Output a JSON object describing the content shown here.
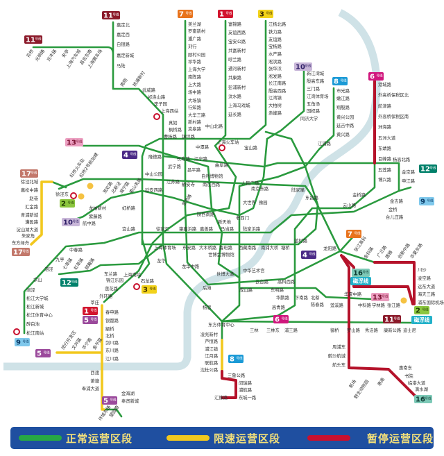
{
  "colors": {
    "normal": "#2a9a3e",
    "limited": "#f2c81e",
    "suspended": "#b5132b",
    "river": "#cfe2e7"
  },
  "legend": [
    {
      "label": "正常运营区段",
      "color": "#27a844"
    },
    {
      "label": "限速运营区段",
      "color": "#f2c81e"
    },
    {
      "label": "暂停运营区段",
      "color": "#c8102e"
    }
  ],
  "badges": [
    {
      "num": "11",
      "suffix": "号线",
      "color": "#8b1a2a",
      "text": "#ffffff"
    },
    {
      "num": "11",
      "suffix": "号线",
      "color": "#8b1a2a",
      "text": "#ffffff"
    },
    {
      "num": "7",
      "suffix": "号线",
      "color": "#e8731c",
      "text": "#ffffff"
    },
    {
      "num": "1",
      "suffix": "号线",
      "color": "#d2152e",
      "text": "#ffffff"
    },
    {
      "num": "3",
      "suffix": "号线",
      "color": "#f2d21b",
      "text": "#3a2a00"
    },
    {
      "num": "10",
      "suffix": "号线",
      "color": "#c9b7d9",
      "text": "#2e1f66"
    },
    {
      "num": "8",
      "suffix": "号线",
      "color": "#1b9ad6",
      "text": "#ffffff"
    },
    {
      "num": "6",
      "suffix": "号线",
      "color": "#d0177d",
      "text": "#ffffff"
    },
    {
      "num": "13",
      "suffix": "号线",
      "color": "#eb9ec0",
      "text": "#7a1030"
    },
    {
      "num": "4",
      "suffix": "号线",
      "color": "#4b2a86",
      "text": "#ffffff"
    },
    {
      "num": "17",
      "suffix": "号线",
      "color": "#c2786b",
      "text": "#ffffff"
    },
    {
      "num": "17",
      "suffix": "号线",
      "color": "#c2786b",
      "text": "#ffffff"
    },
    {
      "num": "2",
      "suffix": "号线",
      "color": "#8cc63f",
      "text": "#1d3a00"
    },
    {
      "num": "10",
      "suffix": "号线",
      "color": "#c9b7d9",
      "text": "#2e1f66"
    },
    {
      "num": "12",
      "suffix": "号线",
      "color": "#00806a",
      "text": "#ffffff"
    },
    {
      "num": "12",
      "suffix": "号线",
      "color": "#00806a",
      "text": "#ffffff"
    },
    {
      "num": "9",
      "suffix": "号线",
      "color": "#7fc8ec",
      "text": "#0a3a66"
    },
    {
      "num": "9",
      "suffix": "号线",
      "color": "#7fc8ec",
      "text": "#0a3a66"
    },
    {
      "num": "7",
      "suffix": "号线",
      "color": "#e8731c",
      "text": "#ffffff"
    },
    {
      "num": "4",
      "suffix": "号线",
      "color": "#4b2a86",
      "text": "#ffffff"
    },
    {
      "num": "16",
      "suffix": "号线",
      "color": "#7dc9b7",
      "text": "#0e3b33"
    },
    {
      "num": "磁浮线",
      "suffix": "",
      "color": "#22b1c9",
      "text": "#ffffff"
    },
    {
      "num": "13",
      "suffix": "号线",
      "color": "#eb9ec0",
      "text": "#7a1030"
    },
    {
      "num": "2",
      "suffix": "号线",
      "color": "#8cc63f",
      "text": "#1d3a00"
    },
    {
      "num": "磁浮线",
      "suffix": "",
      "color": "#22b1c9",
      "text": "#ffffff"
    },
    {
      "num": "11",
      "suffix": "号线",
      "color": "#8b1a2a",
      "text": "#ffffff"
    },
    {
      "num": "6",
      "suffix": "号线",
      "color": "#d0177d",
      "text": "#ffffff"
    },
    {
      "num": "1",
      "suffix": "号线",
      "color": "#d2152e",
      "text": "#ffffff"
    },
    {
      "num": "5",
      "suffix": "号线",
      "color": "#9b4a9c",
      "text": "#ffffff"
    },
    {
      "num": "3",
      "suffix": "号线",
      "color": "#f2d21b",
      "text": "#3a2a00"
    },
    {
      "num": "5",
      "suffix": "号线",
      "color": "#9b4a9c",
      "text": "#ffffff"
    },
    {
      "num": "5",
      "suffix": "号线",
      "color": "#9b4a9c",
      "text": "#ffffff"
    },
    {
      "num": "8",
      "suffix": "号线",
      "color": "#1b9ad6",
      "text": "#ffffff"
    },
    {
      "num": "16",
      "suffix": "号线",
      "color": "#7dc9b7",
      "text": "#0e3b33"
    }
  ],
  "stations": [
    "嘉定北",
    "嘉定西",
    "白银路",
    "嘉定新城",
    "马陆",
    "花桥",
    "光明路",
    "兆丰路",
    "安亭",
    "上海汽车城",
    "昌吉东路",
    "上海赛车场",
    "南翔",
    "桃浦新村",
    "武威路",
    "祁连山路",
    "李子园",
    "上海西站",
    "真如",
    "枫桥路",
    "美兰湖",
    "罗南新村",
    "潘广路",
    "刘行",
    "顾村公园",
    "祁华路",
    "上海大学",
    "南陈路",
    "上大路",
    "场中路",
    "大场镇",
    "行知路",
    "大华三路",
    "新村路",
    "岚皋路",
    "富锦路",
    "友谊西路",
    "宝安公路",
    "共富新村",
    "呼兰路",
    "通河新村",
    "共康路",
    "彭浦新村",
    "汶水路",
    "上海马戏城",
    "延长路",
    "中山北路",
    "江杨北路",
    "铁力路",
    "友谊路",
    "宝杨路",
    "水产路",
    "淞滨路",
    "张华浜",
    "淞发路",
    "长江南路",
    "殷高西路",
    "江湾镇",
    "大柏树",
    "赤峰路",
    "新江湾城",
    "殷高东路",
    "三门路",
    "江湾体育场",
    "五角场",
    "国权路",
    "同济大学",
    "市光路",
    "嫩江路",
    "翔殷路",
    "黄兴公园",
    "延吉中路",
    "黄兴路",
    "江浦路",
    "港城路",
    "外高桥保税区北",
    "航津路",
    "外高桥保税区南",
    "洲海路",
    "五洲大道",
    "东靖路",
    "巨峰路",
    "五莲路",
    "博兴路",
    "杨高北路",
    "金京路",
    "申江路",
    "金桥路",
    "云山路",
    "金吉路",
    "金桥",
    "台儿庄路",
    "上海火车站",
    "中潭路",
    "宝山路",
    "曹杨路",
    "镇坪路",
    "隆德路",
    "长寿路",
    "江宁路",
    "曲阜路",
    "武宁路",
    "昌平路",
    "自然博物馆",
    "江苏路",
    "静安寺",
    "南京西路",
    "人民广场",
    "南京东路",
    "陆家嘴",
    "东昌路",
    "中山公园",
    "延安西路",
    "虹桥路",
    "宜山路",
    "徐家汇",
    "肇嘉浜路",
    "嘉善路",
    "马当路",
    "陆家浜路",
    "老西门",
    "豫园",
    "大世界",
    "新天地",
    "陕西南路",
    "常熟路",
    "上海体育场",
    "东安路",
    "大木桥路",
    "鲁班路",
    "西藏南路",
    "南浦大桥",
    "塘桥",
    "蓝村路",
    "世博会博物馆",
    "龙华",
    "龙华中路",
    "世博大道",
    "中华艺术宫",
    "后滩",
    "云台路",
    "高科西路",
    "杨思",
    "成山路",
    "东明路",
    "东方体育中心",
    "上海南站",
    "石龙路",
    "凌兆新村",
    "芦恒路",
    "浦江镇",
    "江月路",
    "联航路",
    "沈杜公路",
    "三鲁公路",
    "闵瑞路",
    "浦航路",
    "东城一路",
    "汇臻路",
    "高青路",
    "三林",
    "三林东",
    "浦三路",
    "御桥",
    "罗山路",
    "秀沿路",
    "康新公路",
    "迪士尼",
    "周浦东",
    "鹤沙航城",
    "航头东",
    "新场",
    "野生动物园",
    "惠南",
    "惠南东",
    "书院",
    "临港大道",
    "滴水湖",
    "龙阳路",
    "张江高科",
    "金科路",
    "广兰路",
    "唐镇",
    "创新中路",
    "华夏东路",
    "川沙",
    "凌空路",
    "远东大道",
    "海天三路",
    "浦东国际机场",
    "华夏中路",
    "中科路",
    "学林路",
    "张江路",
    "莲溪路",
    "陈春路",
    "华鹏路",
    "下南路",
    "北蔡",
    "徐泾东",
    "徐泾北城",
    "嘉松中路",
    "赵巷",
    "汇金路",
    "青浦新城",
    "漕盈路",
    "淀山湖大道",
    "朱家角",
    "东方绿舟",
    "中春路",
    "九亭",
    "泗泾",
    "佘山",
    "洞泾",
    "松江大学城",
    "松江新城",
    "松江体育中心",
    "醉白池",
    "松江南站",
    "锦江乐园",
    "莲花路",
    "外环路",
    "莘庄",
    "春申路",
    "银都路",
    "颛桥",
    "北桥",
    "剑川路",
    "东川路",
    "江川路",
    "西渡",
    "萧塘",
    "奉浦大道",
    "金海湖",
    "奉贤新城",
    "闵行开发区",
    "文井路",
    "华宁路",
    "金平路",
    "环城东路",
    "望园路",
    "七莘路",
    "虹莘路",
    "顾戴路",
    "东兰路",
    "虹桥火车站",
    "虹桥2号航站楼",
    "航中路",
    "紫藤路",
    "龙柏新村",
    "淞虹路",
    "北新泾",
    "威宁路",
    "娄山关路"
  ]
}
